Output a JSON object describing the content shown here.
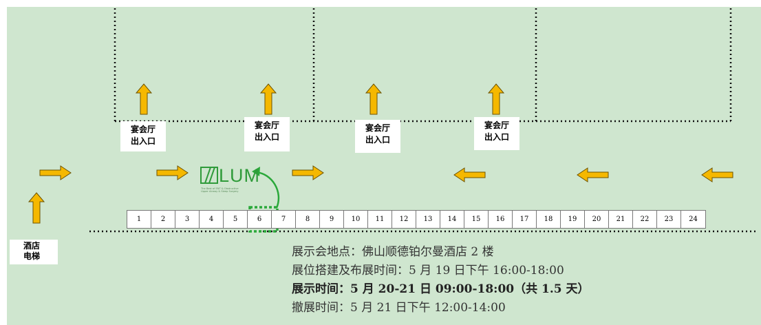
{
  "hall_entrance_label": [
    "宴会厅",
    "出入口"
  ],
  "elevator_label": [
    "酒店",
    "电梯"
  ],
  "logo": {
    "text": "LUM",
    "tagline": "The Best of ENT & Obstructive Upper Airway & Sleep Surgery"
  },
  "booths": [
    "1",
    "2",
    "3",
    "4",
    "5",
    "6",
    "7",
    "8",
    "9",
    "10",
    "11",
    "12",
    "13",
    "14",
    "15",
    "16",
    "17",
    "18",
    "19",
    "20",
    "21",
    "22",
    "23",
    "24"
  ],
  "highlighted_booth": "6",
  "info": {
    "venue": "展示会地点：佛山顺德铂尔曼酒店 2 楼",
    "setup": "展位搭建及布展时间：5 月 19 日下午 16:00-18:00",
    "exhibition": "展示时间：5 月 20-21 日 09:00-18:00（共 1.5 天）",
    "teardown": "撤展时间：5 月 21 日下午 12:00-14:00"
  },
  "colors": {
    "background": "#cfe6cf",
    "arrow": "#f5b800",
    "arrow_outline": "#6b5200",
    "highlight": "#2aa83a"
  },
  "icons": [
    "arrow-up-icon",
    "arrow-right-icon",
    "arrow-left-icon",
    "curved-arrow-icon"
  ]
}
